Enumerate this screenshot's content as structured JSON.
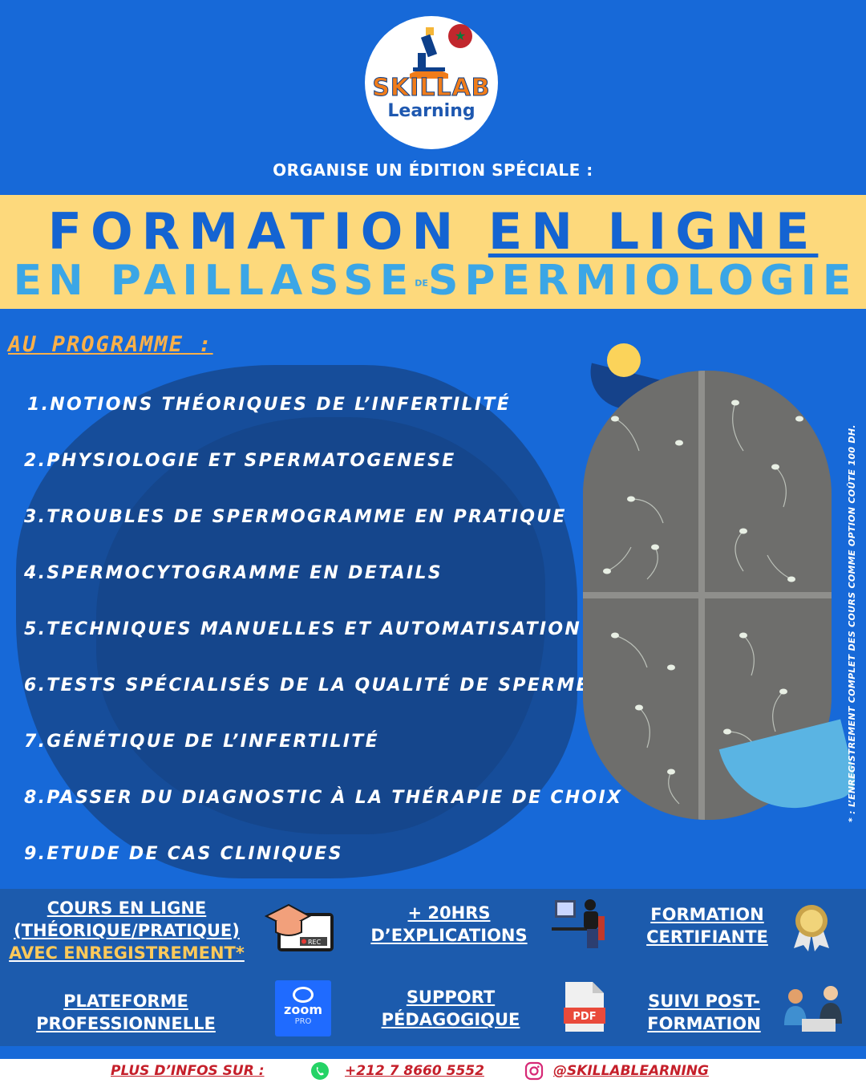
{
  "logo": {
    "brand": "SKILLAB",
    "sub": "Learning"
  },
  "organise": "ORGANISE UN ÉDITION SPÉCIALE :",
  "title": {
    "line1_a": "FORMATION ",
    "line1_b": "EN LIGNE",
    "line2_a": "EN PAILLASSE",
    "line2_de": "DE",
    "line2_b": "SPERMIOLOGIE"
  },
  "program": {
    "heading": "AU PROGRAMME :",
    "items": [
      "1.NOTIONS THÉORIQUES DE L’INFERTILITÉ",
      "2.PHYSIOLOGIE ET SPERMATOGENESE",
      "3.TROUBLES DE SPERMOGRAMME EN PRATIQUE",
      "4.SPERMOCYTOGRAMME EN DETAILS",
      "5.TECHNIQUES MANUELLES ET AUTOMATISATION",
      "6.TESTS SPÉCIALISÉS DE LA QUALITÉ DE SPERME",
      "7.GÉNÉTIQUE DE L’INFERTILITÉ",
      "8.PASSER DU DIAGNOSTIC À LA THÉRAPIE DE CHOIX",
      "9.ETUDE DE CAS CLINIQUES"
    ]
  },
  "side_note": "* : L’ENREGISTREMENT COMPLET DES COURS COMME OPTION COÛTE 100 DH.",
  "features": {
    "online_l1": "COURS EN LIGNE",
    "online_l2": "(THÉORIQUE/PRATIQUE)",
    "online_l3": "AVEC ENREGISTREMENT*",
    "rec_label": "REC",
    "hours_l1": "+ 20HRS",
    "hours_l2": "D’EXPLICATIONS",
    "cert_l1": "FORMATION",
    "cert_l2": "CERTIFIANTE",
    "platform_l1": "PLATEFORME",
    "platform_l2": "PROFESSIONNELLE",
    "zoom_label": "zoom",
    "zoom_pro": "PRO",
    "support_l1": "SUPPORT",
    "support_l2": "PÉDAGOGIQUE",
    "pdf_label": "PDF",
    "follow_l1": "SUIVI POST-",
    "follow_l2": "FORMATION"
  },
  "footer": {
    "info": "PLUS D’INFOS SUR :",
    "phone": "+212 7 8660 5552",
    "handle": "@SKILLABLEARNING"
  },
  "colors": {
    "background": "#1769d8",
    "band": "#fdd97c",
    "title_dark": "#1464d2",
    "title_light": "#3ba6e6",
    "accent_orange": "#fbb048",
    "footer_red": "#c51f2a"
  }
}
